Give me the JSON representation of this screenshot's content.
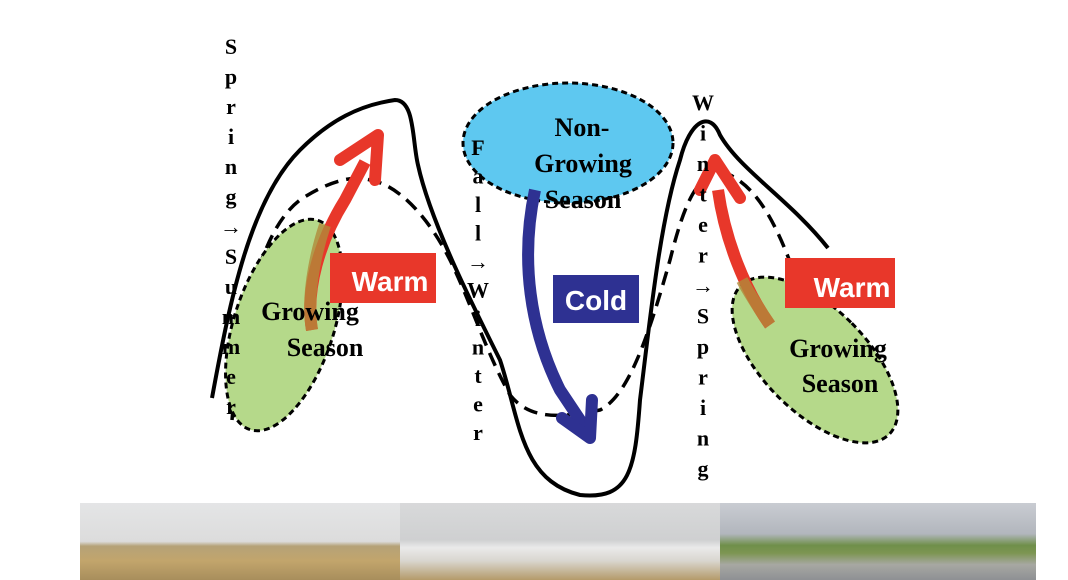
{
  "labels": {
    "spring_summer": "Spring→Summer",
    "fall_winter": "Fall→Winter",
    "winter_spring": "Winter→Spring",
    "growing_season_1": [
      "Growing",
      "Season"
    ],
    "growing_season_2": [
      "Growing",
      "Season"
    ],
    "non_growing_season": [
      "Non-",
      "Growing",
      "Season"
    ],
    "warm_1": "Warm",
    "warm_2": "Warm",
    "cold": "Cold"
  },
  "colors": {
    "warm": "#e8372a",
    "cold": "#2e3192",
    "growing": "#b5d98a",
    "non_growing": "#5ec8f0"
  },
  "photos": [
    "late-fall-field",
    "winter-snow-field",
    "spring-flooded-field"
  ]
}
